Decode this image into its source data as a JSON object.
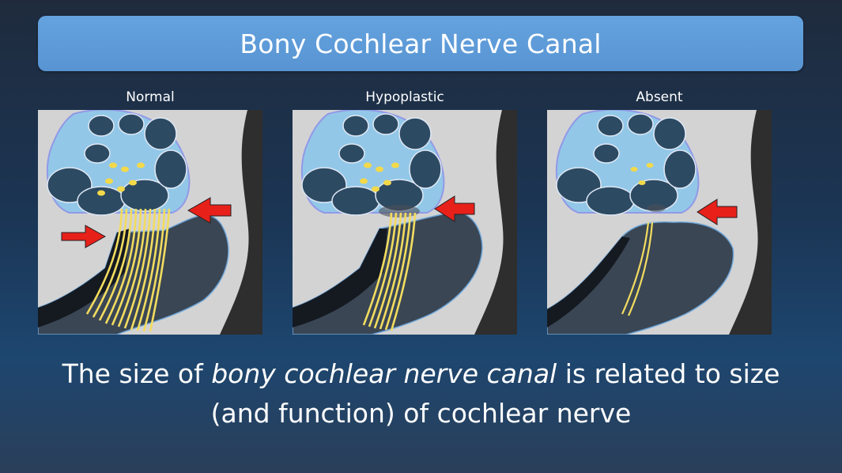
{
  "title": "Bony Cochlear Nerve Canal",
  "panels": [
    {
      "label": "Normal"
    },
    {
      "label": "Hypoplastic"
    },
    {
      "label": "Absent"
    }
  ],
  "caption": {
    "line1_before": "The size of ",
    "line1_em": "bony cochlear nerve canal",
    "line1_after": " is related to size",
    "line2": "(and function) of cochlear nerve"
  },
  "colors": {
    "title_bar": "#5b9bd5",
    "nerve": "#f0dc5a",
    "arrow": "#e8201a",
    "bone": "#d3d3d4",
    "canal": "#3c4856"
  },
  "icons": [
    "red-arrow-icon"
  ]
}
